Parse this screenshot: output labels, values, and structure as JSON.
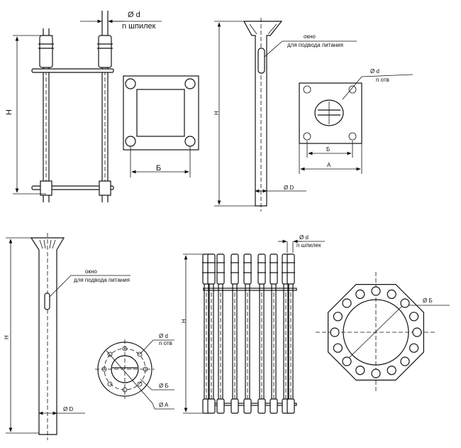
{
  "drawing1": {
    "dia_d": "Ø d",
    "n_studs": "n шпилек",
    "height": "H",
    "dim_b": "Б"
  },
  "drawing2": {
    "height": "H",
    "window": "окно",
    "window_desc": "для подвода питания",
    "dia_D": "Ø D",
    "dia_d": "Ø d",
    "n_holes": "n отв",
    "dim_b": "Б",
    "dim_a": "A"
  },
  "drawing3": {
    "height": "H",
    "window": "окно",
    "window_desc": "для подвода питания",
    "dia_D": "Ø D",
    "dia_d": "Ø d",
    "n_holes": "n отв",
    "dia_b": "Ø Б",
    "dia_a": "Ø A"
  },
  "drawing4": {
    "height": "H",
    "dia_d": "Ø d",
    "n_studs": "n шпилек",
    "dia_b": "Ø Б"
  }
}
